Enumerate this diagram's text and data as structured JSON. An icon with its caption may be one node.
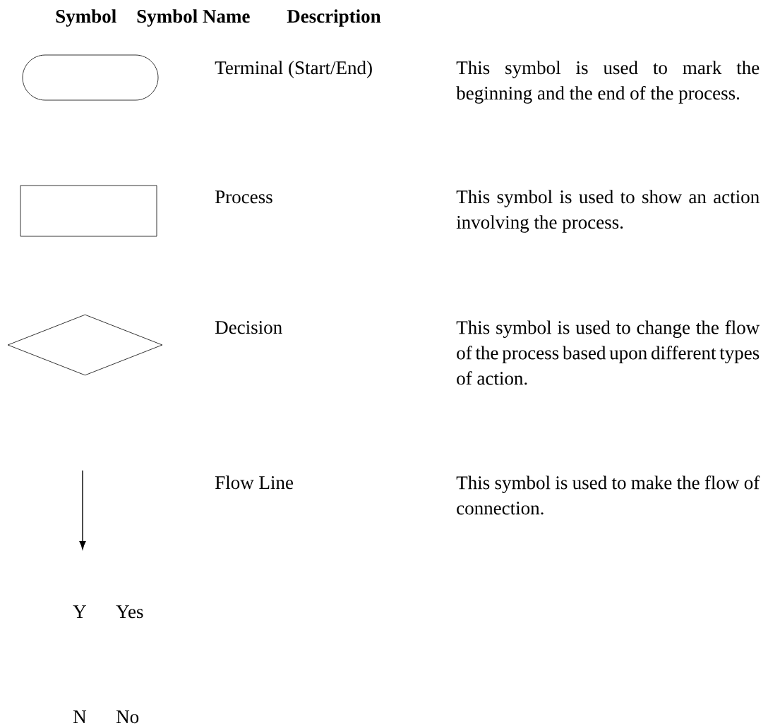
{
  "diagram": {
    "nodes": [
      {
        "text": [],
        "shape": "oval"
      },
      {
        "text": [],
        "shape": "box"
      },
      {
        "text": [],
        "shape": "diamond"
      }
    ],
    "edges": [],
    "labels": [
      "Symbol",
      "Symbol Name",
      "Description",
      "Terminal (Start/End)",
      "This symbol is used to mark the beginning and the end of the process.",
      "Process",
      "This symbol is used to show an action involving the process.",
      "Decision",
      "This symbol is used to change the flow of the process based upon different types of action.",
      "Flow Line",
      "This symbol is used to make the flow of connection.",
      "Y",
      "Yes",
      "N",
      "No"
    ]
  }
}
